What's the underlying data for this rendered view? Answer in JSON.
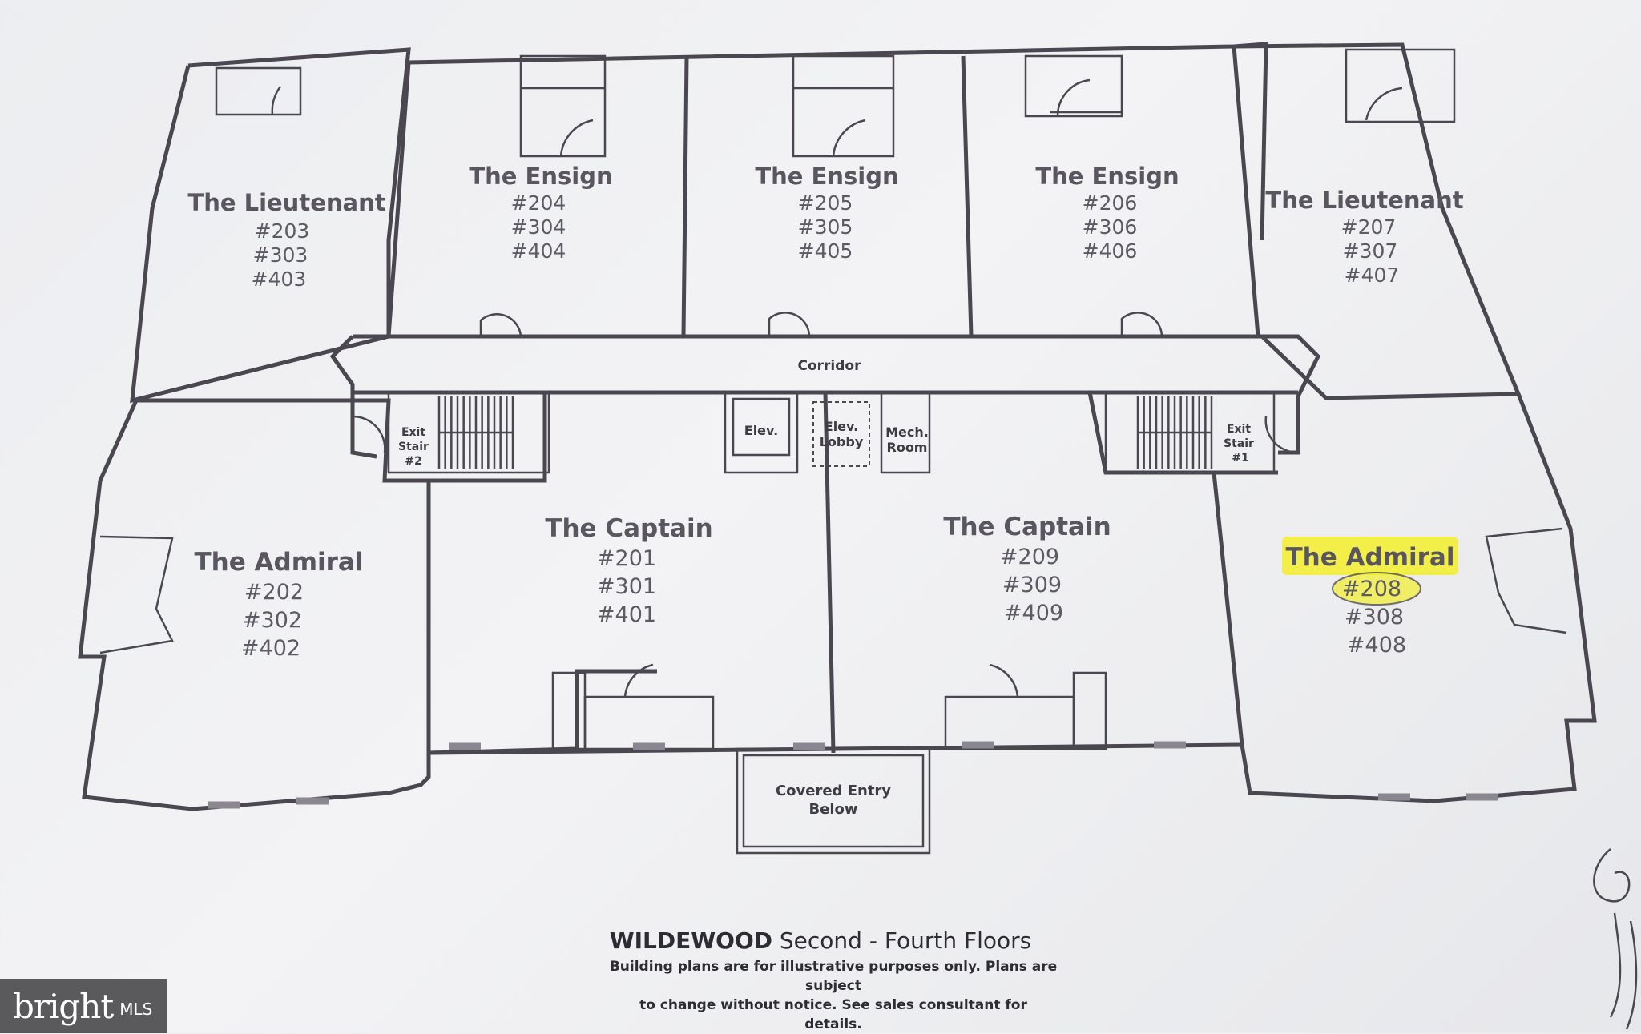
{
  "units": {
    "lieutenant_left": {
      "name": "The Lieutenant",
      "nums": [
        "#203",
        "#303",
        "#403"
      ]
    },
    "ensign_1": {
      "name": "The Ensign",
      "nums": [
        "#204",
        "#304",
        "#404"
      ]
    },
    "ensign_2": {
      "name": "The Ensign",
      "nums": [
        "#205",
        "#305",
        "#405"
      ]
    },
    "ensign_3": {
      "name": "The Ensign",
      "nums": [
        "#206",
        "#306",
        "#406"
      ]
    },
    "lieutenant_right": {
      "name": "The Lieutenant",
      "nums": [
        "#207",
        "#307",
        "#407"
      ]
    },
    "admiral_left": {
      "name": "The Admiral",
      "nums": [
        "#202",
        "#302",
        "#402"
      ]
    },
    "captain_1": {
      "name": "The Captain",
      "nums": [
        "#201",
        "#301",
        "#401"
      ]
    },
    "captain_2": {
      "name": "The Captain",
      "nums": [
        "#209",
        "#309",
        "#409"
      ]
    },
    "admiral_right": {
      "name": "The Admiral",
      "nums": [
        "#208",
        "#308",
        "#408"
      ]
    }
  },
  "labels": {
    "corridor": "Corridor",
    "exit_stair_2": [
      "Exit",
      "Stair",
      "#2"
    ],
    "exit_stair_1": [
      "Exit",
      "Stair",
      "#1"
    ],
    "elev": "Elev.",
    "elev_lobby": [
      "Elev.",
      "Lobby"
    ],
    "mech_room": [
      "Mech.",
      "Room"
    ],
    "covered_entry": [
      "Covered Entry",
      "Below"
    ]
  },
  "highlight": {
    "color": "#f3ef2a",
    "circled_unit": "#208"
  },
  "footer": {
    "title_bold": "WILDEWOOD",
    "title_rest": "Second - Fourth Floors",
    "note_line1": "Building plans are for illustrative purposes only. Plans are subject",
    "note_line2": "to change without notice. See sales consultant for details."
  },
  "watermark": {
    "brand": "bright",
    "suffix": "MLS"
  }
}
